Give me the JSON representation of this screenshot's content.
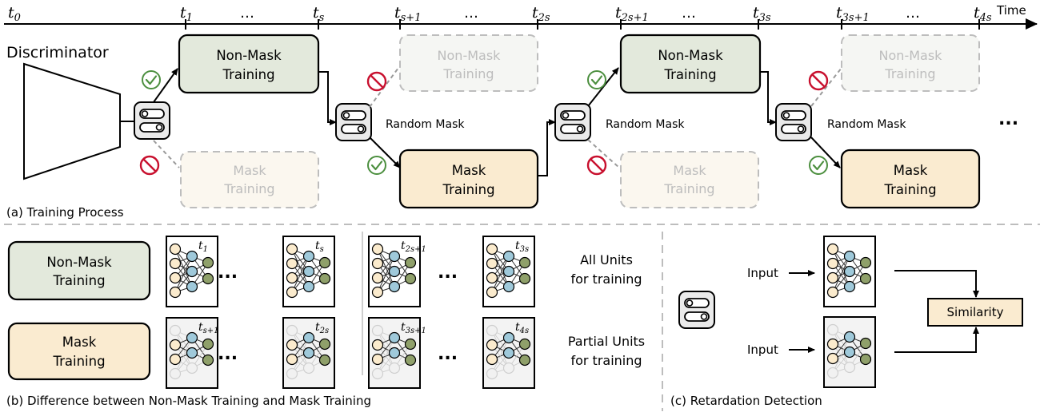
{
  "colors": {
    "green_fill": "#E3E9DC",
    "mask_fill": "#FAEBD0",
    "faded_stroke": "#BDBDBD",
    "check": "#4C8F3F",
    "forbid": "#C8102E",
    "neuron_input": "#FBEBCD",
    "neuron_hidden": "#9FC9DA",
    "neuron_output": "#8FA06A"
  },
  "timeline": {
    "time_label": "Time",
    "ticks": [
      {
        "base": "t",
        "sub": "0"
      },
      {
        "base": "t",
        "sub": "1"
      },
      {
        "base": "t",
        "sub": "s"
      },
      {
        "base": "t",
        "sub": "s+1"
      },
      {
        "base": "t",
        "sub": "2s"
      },
      {
        "base": "t",
        "sub": "2s+1"
      },
      {
        "base": "t",
        "sub": "3s"
      },
      {
        "base": "t",
        "sub": "3s+1"
      },
      {
        "base": "t",
        "sub": "4s"
      }
    ],
    "dots": "…"
  },
  "panel_a": {
    "discriminator": "Discriminator",
    "non_mask_line1": "Non-Mask",
    "non_mask_line2": "Training",
    "mask_line1": "Mask",
    "mask_line2": "Training",
    "random_mask": "Random Mask",
    "continuation": "...",
    "caption": "(a) Training Process"
  },
  "panel_b": {
    "non_mask_line1": "Non-Mask",
    "non_mask_line2": "Training",
    "mask_line1": "Mask",
    "mask_line2": "Training",
    "top_labels": [
      {
        "base": "t",
        "sub": "1"
      },
      {
        "base": "t",
        "sub": "s"
      },
      {
        "base": "t",
        "sub": "2s+1"
      },
      {
        "base": "t",
        "sub": "3s"
      }
    ],
    "bottom_labels": [
      {
        "base": "t",
        "sub": "s+1"
      },
      {
        "base": "t",
        "sub": "2s"
      },
      {
        "base": "t",
        "sub": "3s+1"
      },
      {
        "base": "t",
        "sub": "4s"
      }
    ],
    "ellipsis": "...",
    "all_units_line1": "All Units",
    "all_units_line2": "for training",
    "partial_units_line1": "Partial Units",
    "partial_units_line2": "for training",
    "caption": "(b) Difference between Non-Mask Training and Mask Training"
  },
  "panel_c": {
    "input_top": "Input",
    "input_bottom": "Input",
    "similarity": "Similarity",
    "caption": "(c) Retardation Detection"
  }
}
